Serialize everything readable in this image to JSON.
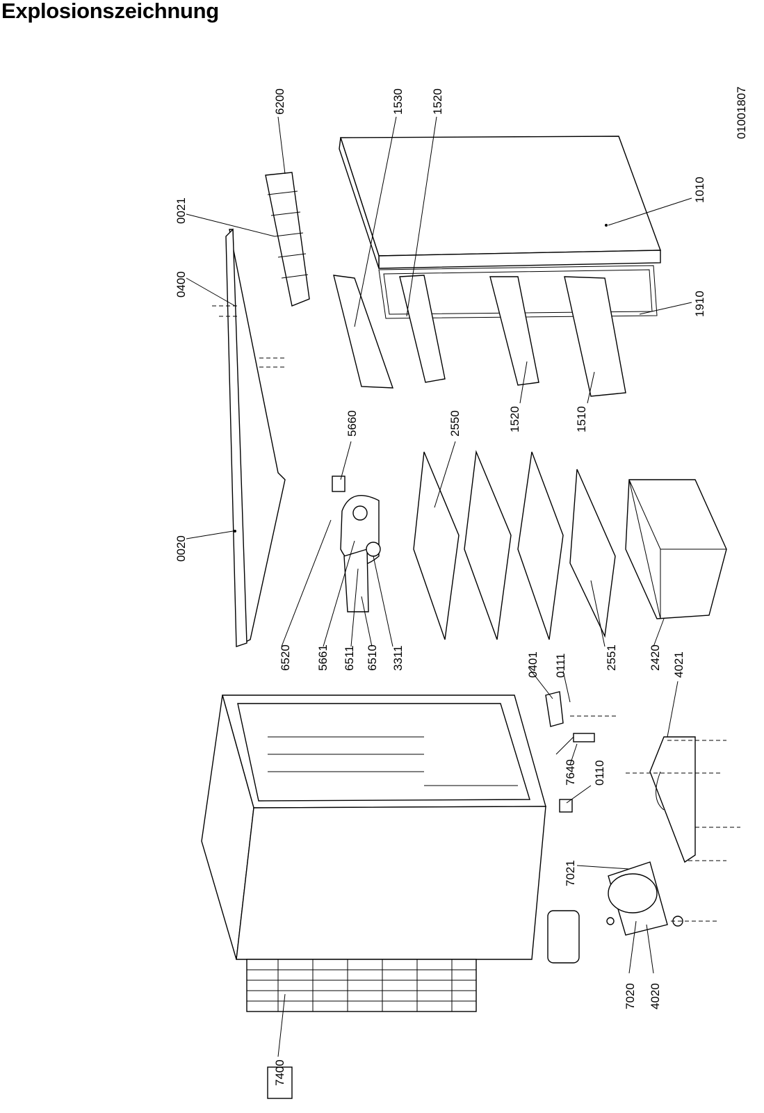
{
  "page": {
    "title": "Explosionszeichnung",
    "drawing_number": "01001807"
  },
  "callouts": {
    "c6200": "6200",
    "c1530": "1530",
    "c1520a": "1520",
    "c0021": "0021",
    "c1010": "1010",
    "c0400": "0400",
    "c1910": "1910",
    "c5660": "5660",
    "c2550": "2550",
    "c1520b": "1520",
    "c1510": "1510",
    "c0020": "0020",
    "c6520": "6520",
    "c5661": "5661",
    "c6511": "6511",
    "c6510": "6510",
    "c3311": "3311",
    "c0401": "0401",
    "c0111": "0111",
    "c2551": "2551",
    "c2420": "2420",
    "c4021": "4021",
    "c7640": "7640",
    "c0110": "0110",
    "c7021": "7021",
    "c7020": "7020",
    "c4020": "4020",
    "c7400": "7400"
  }
}
